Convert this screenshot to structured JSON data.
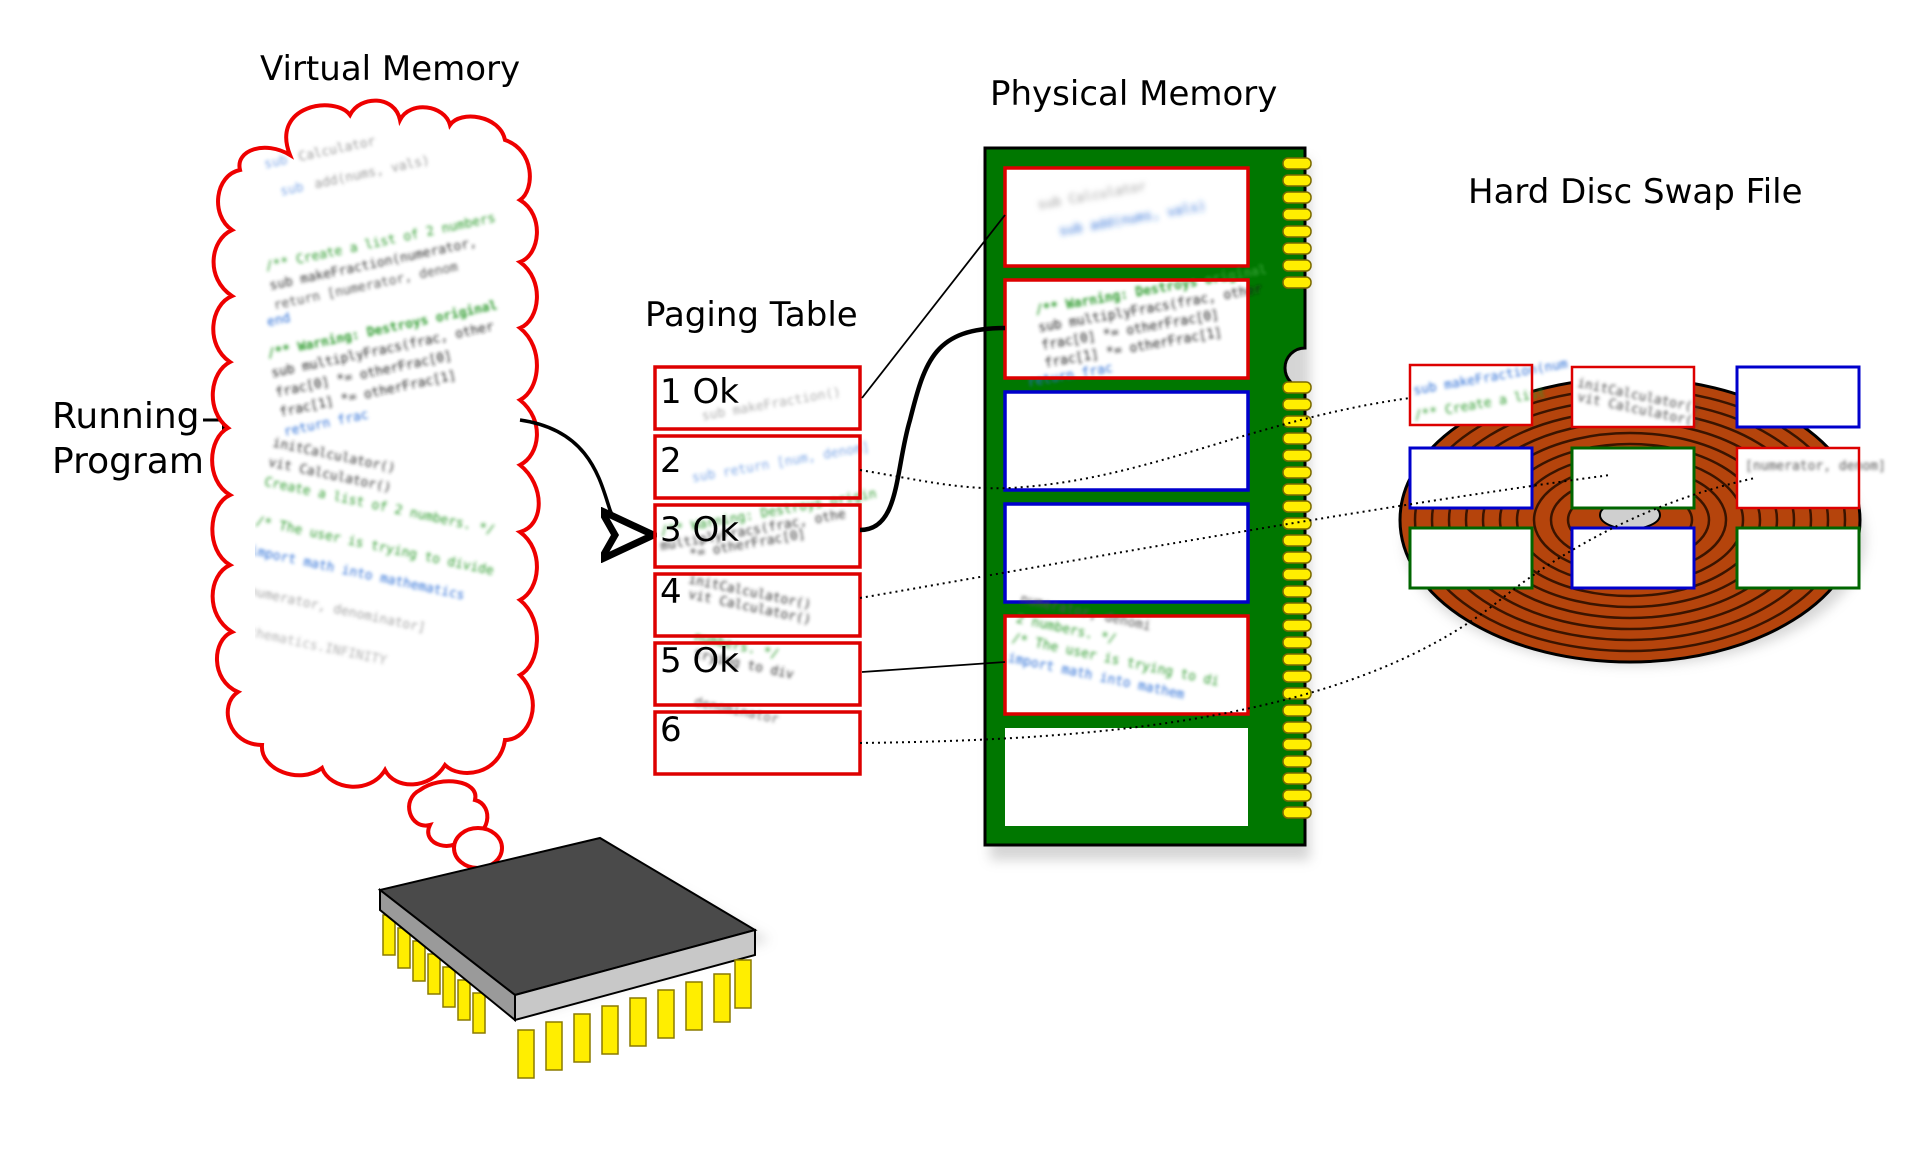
{
  "titles": {
    "virtual_memory": "Virtual Memory",
    "paging_table": "Paging Table",
    "physical_memory": "Physical Memory",
    "swap_file": "Hard Disc Swap File"
  },
  "running_program": {
    "line1": "Running",
    "line2": "Program"
  },
  "paging_entries": [
    {
      "label": "1 Ok"
    },
    {
      "label": "2"
    },
    {
      "label": "3 Ok"
    },
    {
      "label": "4"
    },
    {
      "label": "5 Ok"
    },
    {
      "label": "6"
    }
  ],
  "code_lines": {
    "l1": "/** Warning: Destroys original",
    "l2": "sub multiplyFracs(frac, other",
    "l3": "  frac[0] *= otherFrac[0]",
    "l4": "  frac[1] *= otherFrac[1]",
    "l5": "  return frac",
    "l6": "/** Create a list of 2 numbers",
    "l7": "sub makeFraction(numerator,",
    "l8": "  return [numerator, denom",
    "l9": "end",
    "l10": "initCalculator()",
    "l11": "vit Calculator()",
    "l12": "Create a list of 2 numbers. */",
    "l13": "/* The user is trying to divide",
    "l14": "import math into mathematics"
  },
  "colors": {
    "cloud_stroke": "#ee0000",
    "page_used": "#dd0000",
    "page_free": "#0000cc",
    "page_disk": "#006600",
    "ram_board": "#007700",
    "ram_pins": "#ffee00",
    "disc_copper": "#b5440c",
    "chip_body": "#4a4a4a"
  },
  "icons": {
    "cpu": "cpu-chip-icon",
    "ram": "ram-module-icon",
    "disc": "hard-disc-platter-icon",
    "cloud": "thought-cloud-icon"
  }
}
